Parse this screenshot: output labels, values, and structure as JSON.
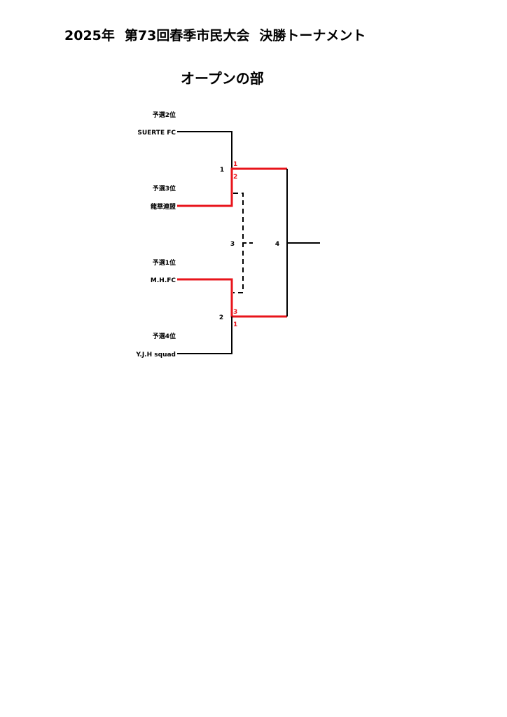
{
  "header": {
    "year": "2025年",
    "event": "第73回春季市民大会",
    "stage": "決勝トーナメント"
  },
  "section": {
    "title": "オープンの部"
  },
  "teams": [
    {
      "seed_label": "予選2位",
      "name": "SUERTE FC"
    },
    {
      "seed_label": "予選3位",
      "name": "龍華連盟"
    },
    {
      "seed_label": "予選1位",
      "name": "M.H.FC"
    },
    {
      "seed_label": "予選4位",
      "name": "Y.J.H squad"
    }
  ],
  "matches": {
    "m1": {
      "number": "1",
      "score_top": "1",
      "score_bottom": "2"
    },
    "m2": {
      "number": "2",
      "score_top": "3",
      "score_bottom": "1"
    },
    "m3": {
      "number": "3"
    },
    "m4": {
      "number": "4"
    }
  },
  "colors": {
    "winner_line": "#e8141b",
    "line": "#000000"
  }
}
